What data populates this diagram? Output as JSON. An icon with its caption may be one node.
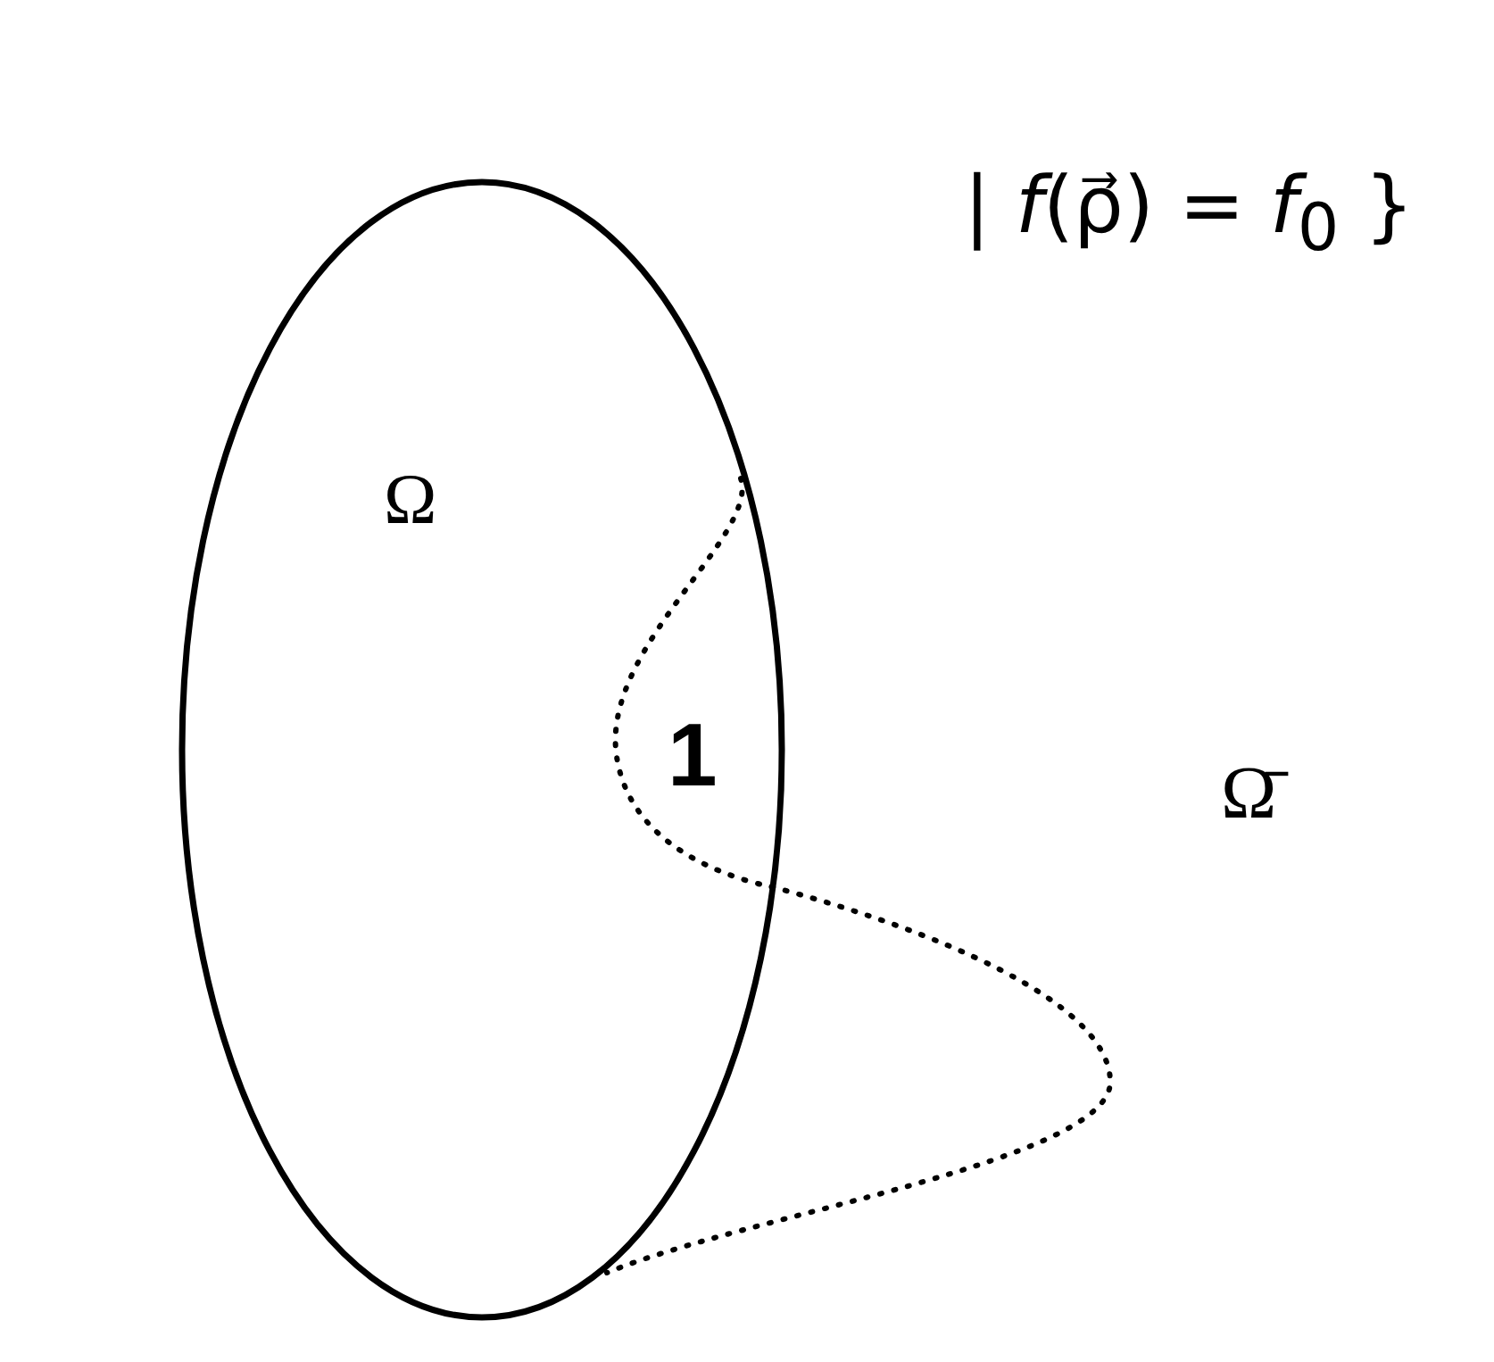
{
  "diagram": {
    "nodes": [
      {
        "text": [
          "Ω"
        ]
      }
    ],
    "edges": [],
    "labels": [
      "| *f*(ρ⃗) = *f*$_{0}$ }",
      "1",
      "Ω̄"
    ]
  }
}
